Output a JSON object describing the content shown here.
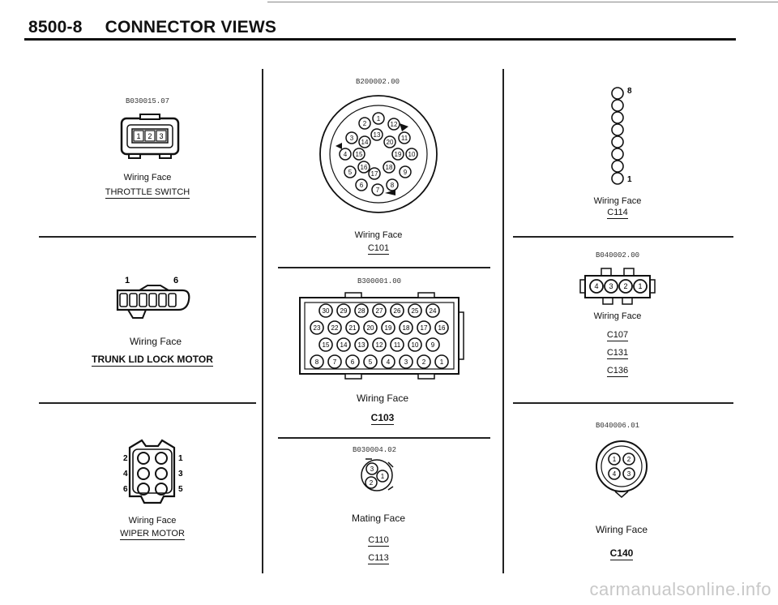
{
  "header": {
    "page_number": "8500-8",
    "title": "CONNECTOR VIEWS"
  },
  "col1": {
    "throttle": {
      "code": "B030015.07",
      "face": "Wiring Face",
      "name": "THROTTLE SWITCH",
      "pins": [
        "1",
        "2",
        "3"
      ]
    },
    "trunk": {
      "pin_first": "1",
      "pin_last": "6",
      "face": "Wiring Face",
      "name": "TRUNK LID LOCK MOTOR"
    },
    "wiper": {
      "face": "Wiring Face",
      "name": "WIPER MOTOR",
      "pins": [
        "1",
        "2",
        "3",
        "4",
        "5",
        "6"
      ]
    }
  },
  "col2": {
    "c101": {
      "code": "B200002.00",
      "face": "Wiring Face",
      "name": "C101",
      "pins": [
        "1",
        "2",
        "3",
        "4",
        "5",
        "6",
        "7",
        "8",
        "9",
        "10",
        "11",
        "12",
        "13",
        "14",
        "15",
        "16",
        "17",
        "18",
        "19",
        "20"
      ]
    },
    "c103": {
      "code": "B300001.00",
      "face": "Wiring Face",
      "name": "C103",
      "rows": [
        [
          "30",
          "29",
          "28",
          "27",
          "26",
          "25",
          "24"
        ],
        [
          "23",
          "22",
          "21",
          "20",
          "19",
          "18",
          "17",
          "16"
        ],
        [
          "15",
          "14",
          "13",
          "12",
          "11",
          "10",
          "9"
        ],
        [
          "8",
          "7",
          "6",
          "5",
          "4",
          "3",
          "2",
          "1"
        ]
      ]
    },
    "c110": {
      "code": "B030004.02",
      "face": "Mating Face",
      "names": [
        "C110",
        "C113"
      ],
      "pins": [
        "1",
        "2",
        "3"
      ]
    }
  },
  "col3": {
    "c114": {
      "face": "Wiring Face",
      "name": "C114",
      "pin_top": "8",
      "pin_bottom": "1"
    },
    "c107": {
      "code": "B040002.00",
      "face": "Wiring Face",
      "names": [
        "C107",
        "C131",
        "C136"
      ],
      "pins": [
        "4",
        "3",
        "2",
        "1"
      ]
    },
    "c140": {
      "code": "B040006.01",
      "face": "Wiring Face",
      "name": "C140",
      "pins": [
        "1",
        "2",
        "3",
        "4"
      ]
    }
  },
  "watermark": "carmanualsonline.info"
}
